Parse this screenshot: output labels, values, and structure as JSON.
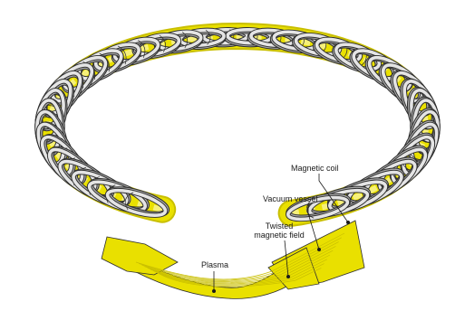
{
  "colors": {
    "plasma": "#e9e000",
    "plasma_shade": "#c9bf00",
    "plasma_light": "#f6f07a",
    "coil_face": "#e4e4e4",
    "coil_back": "#a9a9a9",
    "coil_stroke": "#2e2e2e",
    "leader": "#1a1a1a",
    "background": "#ffffff"
  },
  "illustration": {
    "subject": "stellarator-torus",
    "coil_count": 50
  },
  "labels": {
    "magnetic_coil": "Magnetic coil",
    "vacuum_vessel": "Vacuum vessel",
    "twisted_field_line1": "Twisted",
    "twisted_field_line2": "magnetic field",
    "plasma": "Plasma"
  }
}
